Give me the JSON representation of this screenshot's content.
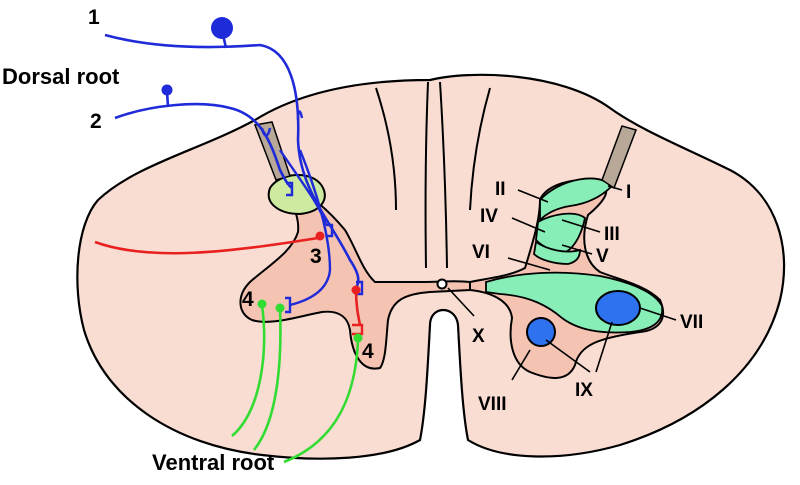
{
  "labels": {
    "dorsal_root": "Dorsal root",
    "ventral_root": "Ventral root",
    "fiber_1": "1",
    "fiber_2": "2",
    "neuron_3": "3",
    "neuron_4_left": "4",
    "neuron_4_right": "4"
  },
  "laminae": {
    "I": "I",
    "II": "II",
    "III": "III",
    "IV": "IV",
    "V": "V",
    "VI": "VI",
    "VII": "VII",
    "VIII": "VIII",
    "IX": "IX",
    "X": "X"
  },
  "colors": {
    "cord": "#f9ddd2",
    "gray_matter": "#f4c3b2",
    "substantia_gelatinosa": "#cdeaa0",
    "lamina_green": "#86eeb6",
    "motor_nuclei": "#2f72f0",
    "root_entry": "#b8a898",
    "afferent": "#1f2ad8",
    "interneuron": "#e82020",
    "motor_axon": "#32dc32"
  }
}
